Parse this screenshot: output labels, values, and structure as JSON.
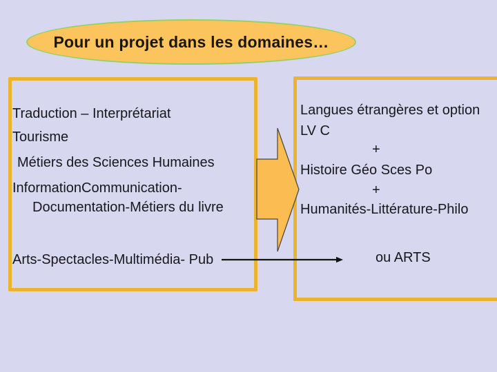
{
  "slide": {
    "title": "Pour un projet dans les domaines…"
  },
  "left_box": {
    "lines": [
      "Traduction – Interprétariat",
      "Tourisme",
      "Métiers des Sciences Humaines",
      "InformationCommunication-",
      "Documentation-Métiers du livre",
      "Arts-Spectacles-Multimédia- Pub"
    ]
  },
  "right_box": {
    "lines": [
      "Langues étrangères et option",
      "LV C",
      "+",
      "Histoire Géo Sces Po",
      "+",
      "Humanités-Littérature-Philo"
    ],
    "footer": "ou ARTS"
  },
  "icons": {
    "block_arrow": "right-block-arrow",
    "connector": "right-arrow-connector"
  },
  "colors": {
    "background": "#d7d7ef",
    "box_border": "#eab431",
    "ellipse_fill": "#fcc45c",
    "ellipse_border": "#95d166",
    "arrow_fill": "#fbbd52",
    "text": "#17171c"
  }
}
